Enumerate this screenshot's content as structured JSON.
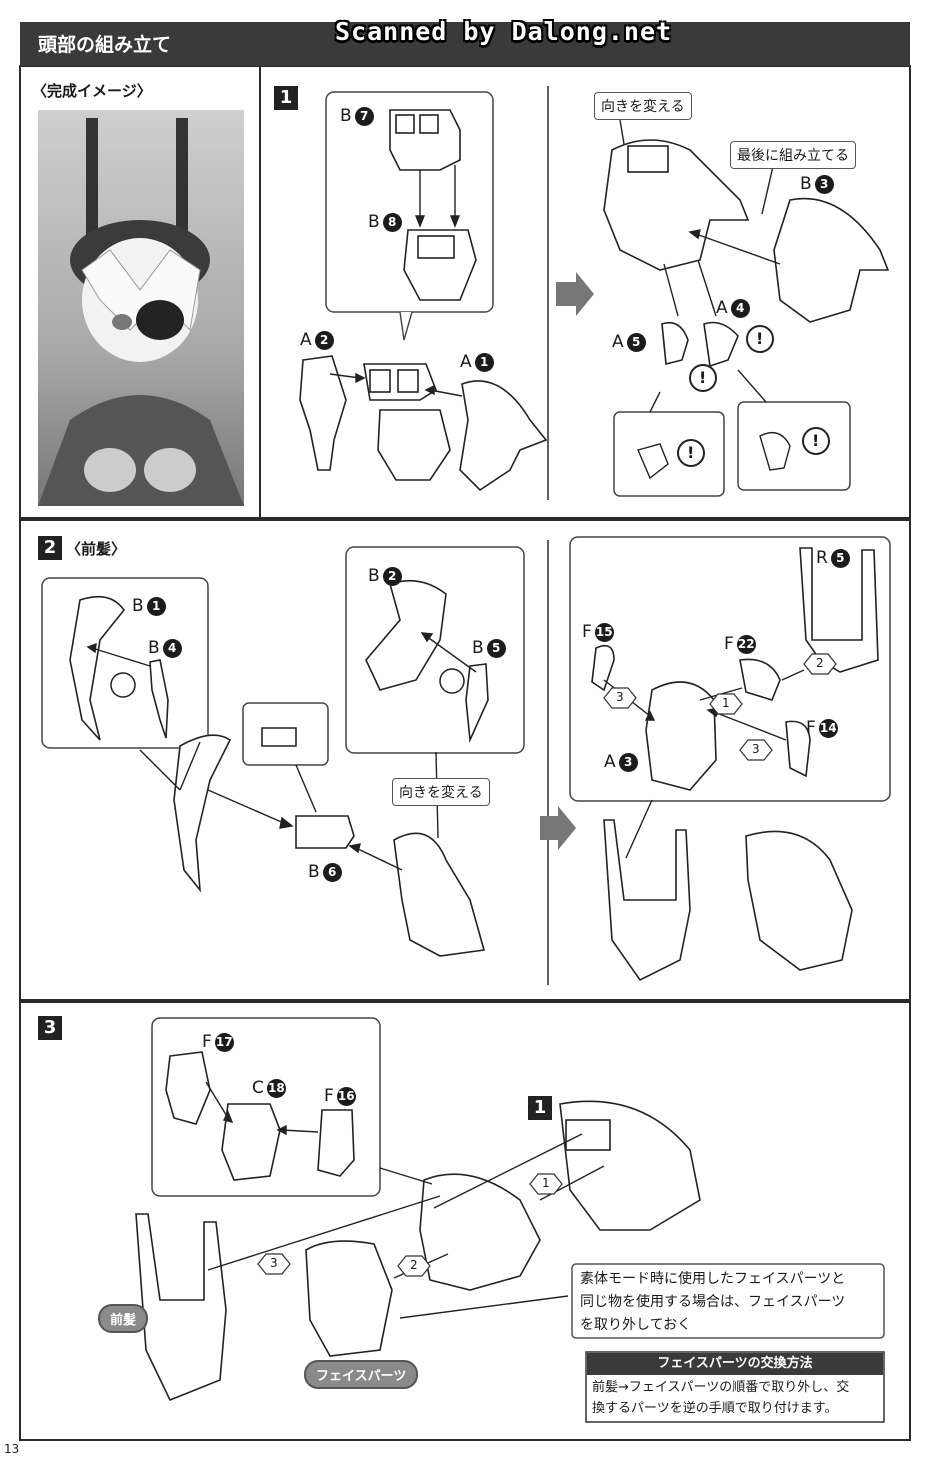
{
  "header": {
    "title": "頭部の組み立て",
    "watermark": "Scanned by Dalong.net"
  },
  "preview": {
    "label": "〈完成イメージ〉"
  },
  "step1": {
    "number": "1",
    "parts_left": [
      {
        "letter": "B",
        "num": "7"
      },
      {
        "letter": "B",
        "num": "8"
      },
      {
        "letter": "A",
        "num": "2"
      },
      {
        "letter": "A",
        "num": "1"
      }
    ],
    "callout_rotate": "向きを変える",
    "callout_last": "最後に組み立てる",
    "parts_right": [
      {
        "letter": "B",
        "num": "3"
      },
      {
        "letter": "A",
        "num": "4"
      },
      {
        "letter": "A",
        "num": "5"
      }
    ],
    "warn": "!"
  },
  "step2": {
    "number": "2",
    "label": "〈前髪〉",
    "parts_left": [
      {
        "letter": "B",
        "num": "1"
      },
      {
        "letter": "B",
        "num": "4"
      },
      {
        "letter": "B",
        "num": "2"
      },
      {
        "letter": "B",
        "num": "5"
      },
      {
        "letter": "B",
        "num": "6"
      }
    ],
    "callout_rotate": "向きを変える",
    "parts_right": [
      {
        "letter": "R",
        "num": "5"
      },
      {
        "letter": "F",
        "num": "15"
      },
      {
        "letter": "F",
        "num": "22"
      },
      {
        "letter": "F",
        "num": "14"
      },
      {
        "letter": "A",
        "num": "3"
      }
    ],
    "order": [
      "1",
      "2",
      "3",
      "3"
    ]
  },
  "step3": {
    "number": "3",
    "parts": [
      {
        "letter": "F",
        "num": "17"
      },
      {
        "letter": "C",
        "num": "18"
      },
      {
        "letter": "F",
        "num": "16"
      }
    ],
    "ref_step": "1",
    "order": [
      "1",
      "2",
      "3"
    ],
    "label_bangs": "前髪",
    "label_face": "フェイスパーツ",
    "note_lines": [
      "素体モード時に使用したフェイスパーツと",
      "同じ物を使用する場合は、フェイスパーツ",
      "を取り外しておく"
    ],
    "exchange_title": "フェイスパーツの交換方法",
    "exchange_lines": [
      "前髪→フェイスパーツの順番で取り外し、交",
      "換するパーツを逆の手順で取り付けます。"
    ]
  },
  "page_number": "13"
}
